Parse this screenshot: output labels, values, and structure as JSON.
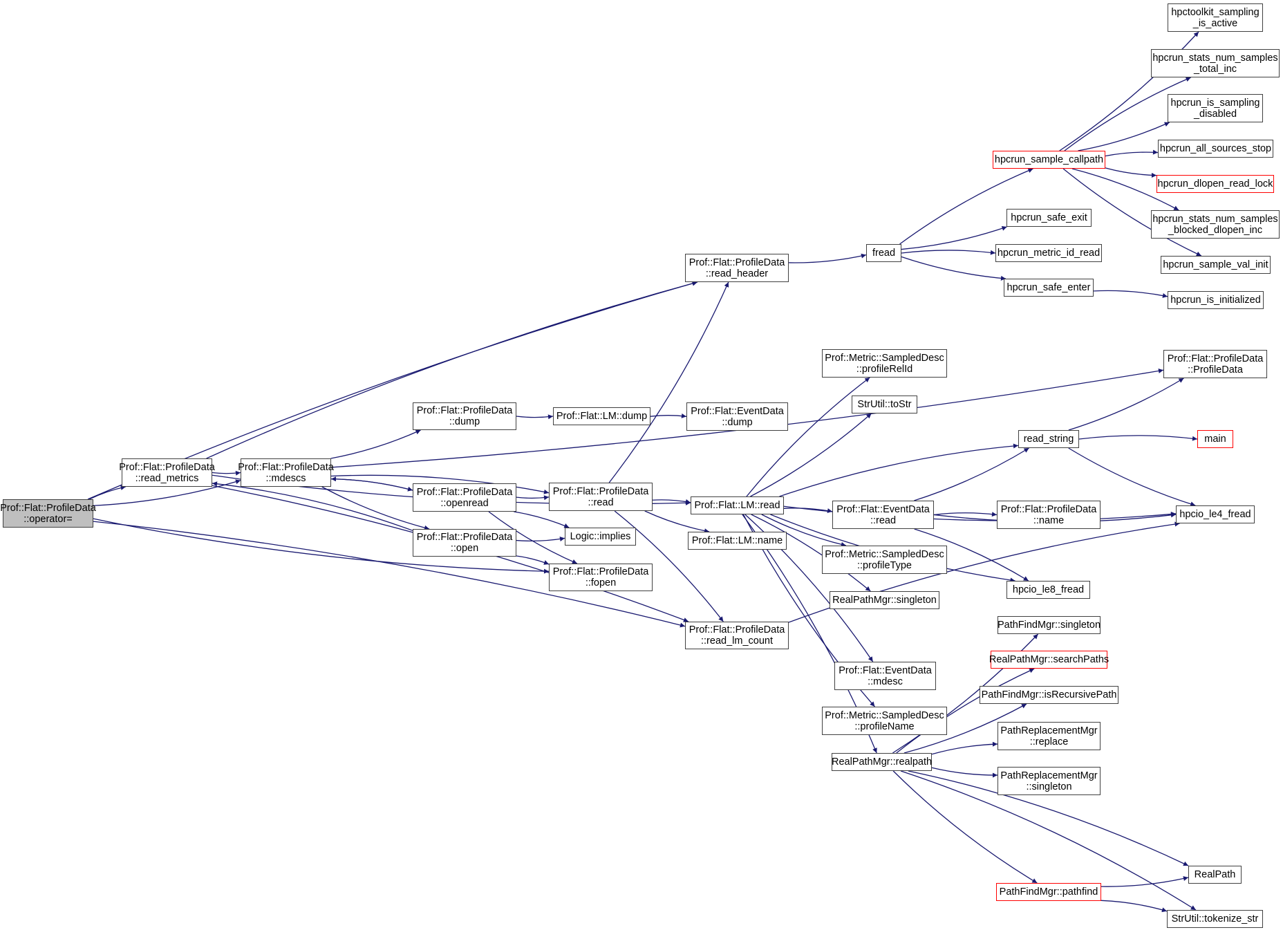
{
  "diagram": {
    "type": "call-graph",
    "edge_color": "#191970",
    "node_border_color": "#404040",
    "truncated_border_color": "#ff0000",
    "root_fill_color": "#bfbfbf",
    "nodes": {
      "op_assign": {
        "lines": [
          "Prof::Flat::ProfileData",
          "::operator="
        ],
        "style": "root"
      },
      "read_metrics": {
        "lines": [
          "Prof::Flat::ProfileData",
          "::read_metrics"
        ],
        "style": "normal"
      },
      "mdescs": {
        "lines": [
          "Prof::Flat::ProfileData",
          "::mdescs"
        ],
        "style": "normal"
      },
      "pd_dump": {
        "lines": [
          "Prof::Flat::ProfileData",
          "::dump"
        ],
        "style": "normal"
      },
      "openread": {
        "lines": [
          "Prof::Flat::ProfileData",
          "::openread"
        ],
        "style": "normal"
      },
      "open": {
        "lines": [
          "Prof::Flat::ProfileData",
          "::open"
        ],
        "style": "normal"
      },
      "lm_dump": {
        "lines": [
          "Prof::Flat::LM::dump"
        ],
        "style": "normal"
      },
      "pd_read": {
        "lines": [
          "Prof::Flat::ProfileData",
          "::read"
        ],
        "style": "normal"
      },
      "implies": {
        "lines": [
          "Logic::implies"
        ],
        "style": "normal"
      },
      "fopen": {
        "lines": [
          "Prof::Flat::ProfileData",
          "::fopen"
        ],
        "style": "normal"
      },
      "read_header": {
        "lines": [
          "Prof::Flat::ProfileData",
          "::read_header"
        ],
        "style": "normal"
      },
      "read_lm_count": {
        "lines": [
          "Prof::Flat::ProfileData",
          "::read_lm_count"
        ],
        "style": "normal"
      },
      "ed_dump": {
        "lines": [
          "Prof::Flat::EventData",
          "::dump"
        ],
        "style": "normal"
      },
      "lm_read": {
        "lines": [
          "Prof::Flat::LM::read"
        ],
        "style": "normal"
      },
      "lm_name": {
        "lines": [
          "Prof::Flat::LM::name"
        ],
        "style": "normal"
      },
      "fread": {
        "lines": [
          "fread"
        ],
        "style": "normal"
      },
      "profileRelId": {
        "lines": [
          "Prof::Metric::SampledDesc",
          "::profileRelId"
        ],
        "style": "normal"
      },
      "toStr": {
        "lines": [
          "StrUtil::toStr"
        ],
        "style": "normal"
      },
      "ed_read": {
        "lines": [
          "Prof::Flat::EventData",
          "::read"
        ],
        "style": "normal"
      },
      "profileType": {
        "lines": [
          "Prof::Metric::SampledDesc",
          "::profileType"
        ],
        "style": "normal"
      },
      "rpm_singleton": {
        "lines": [
          "RealPathMgr::singleton"
        ],
        "style": "normal"
      },
      "ed_mdesc": {
        "lines": [
          "Prof::Flat::EventData",
          "::mdesc"
        ],
        "style": "normal"
      },
      "profileName": {
        "lines": [
          "Prof::Metric::SampledDesc",
          "::profileName"
        ],
        "style": "normal"
      },
      "realpath": {
        "lines": [
          "RealPathMgr::realpath"
        ],
        "style": "normal"
      },
      "sample_callpath": {
        "lines": [
          "hpcrun_sample_callpath"
        ],
        "style": "truncated"
      },
      "safe_exit": {
        "lines": [
          "hpcrun_safe_exit"
        ],
        "style": "normal"
      },
      "metric_id_read": {
        "lines": [
          "hpcrun_metric_id_read"
        ],
        "style": "normal"
      },
      "safe_enter": {
        "lines": [
          "hpcrun_safe_enter"
        ],
        "style": "normal"
      },
      "read_string": {
        "lines": [
          "read_string"
        ],
        "style": "normal"
      },
      "pd_name": {
        "lines": [
          "Prof::Flat::ProfileData",
          "::name"
        ],
        "style": "normal"
      },
      "le8_fread": {
        "lines": [
          "hpcio_le8_fread"
        ],
        "style": "normal"
      },
      "pfm_singleton": {
        "lines": [
          "PathFindMgr::singleton"
        ],
        "style": "normal"
      },
      "searchPaths": {
        "lines": [
          "RealPathMgr::searchPaths"
        ],
        "style": "truncated"
      },
      "isRecursivePath": {
        "lines": [
          "PathFindMgr::isRecursivePath"
        ],
        "style": "normal"
      },
      "prm_replace": {
        "lines": [
          "PathReplacementMgr",
          "::replace"
        ],
        "style": "normal"
      },
      "prm_singleton": {
        "lines": [
          "PathReplacementMgr",
          "::singleton"
        ],
        "style": "normal"
      },
      "pathfind": {
        "lines": [
          "PathFindMgr::pathfind"
        ],
        "style": "truncated"
      },
      "sampling_active": {
        "lines": [
          "hpctoolkit_sampling",
          "_is_active"
        ],
        "style": "normal"
      },
      "total_inc": {
        "lines": [
          "hpcrun_stats_num_samples",
          "_total_inc"
        ],
        "style": "normal"
      },
      "sampling_disabled": {
        "lines": [
          "hpcrun_is_sampling",
          "_disabled"
        ],
        "style": "normal"
      },
      "all_sources_stop": {
        "lines": [
          "hpcrun_all_sources_stop"
        ],
        "style": "normal"
      },
      "dlopen_read_lock": {
        "lines": [
          "hpcrun_dlopen_read_lock"
        ],
        "style": "truncated"
      },
      "blocked_dlopen": {
        "lines": [
          "hpcrun_stats_num_samples",
          "_blocked_dlopen_inc"
        ],
        "style": "normal"
      },
      "sample_val_init": {
        "lines": [
          "hpcrun_sample_val_init"
        ],
        "style": "normal"
      },
      "is_initialized": {
        "lines": [
          "hpcrun_is_initialized"
        ],
        "style": "normal"
      },
      "pd_ctor": {
        "lines": [
          "Prof::Flat::ProfileData",
          "::ProfileData"
        ],
        "style": "normal"
      },
      "main": {
        "lines": [
          "main"
        ],
        "style": "truncated"
      },
      "le4_fread": {
        "lines": [
          "hpcio_le4_fread"
        ],
        "style": "normal"
      },
      "RealPath": {
        "lines": [
          "RealPath"
        ],
        "style": "normal"
      },
      "tokenize_str": {
        "lines": [
          "StrUtil::tokenize_str"
        ],
        "style": "normal"
      }
    },
    "edges": [
      [
        "op_assign",
        "read_metrics"
      ],
      [
        "op_assign",
        "mdescs"
      ],
      [
        "op_assign",
        "read_header"
      ],
      [
        "op_assign",
        "fopen"
      ],
      [
        "op_assign",
        "read_lm_count"
      ],
      [
        "read_metrics",
        "mdescs"
      ],
      [
        "read_metrics",
        "read_header"
      ],
      [
        "read_metrics",
        "lm_read"
      ],
      [
        "read_metrics",
        "read_lm_count"
      ],
      [
        "mdescs",
        "pd_dump"
      ],
      [
        "mdescs",
        "openread"
      ],
      [
        "mdescs",
        "open"
      ],
      [
        "mdescs",
        "pd_read"
      ],
      [
        "mdescs",
        "pd_ctor"
      ],
      [
        "openread",
        "mdescs"
      ],
      [
        "openread",
        "pd_read"
      ],
      [
        "openread",
        "implies"
      ],
      [
        "openread",
        "fopen"
      ],
      [
        "open",
        "read_metrics"
      ],
      [
        "open",
        "implies"
      ],
      [
        "open",
        "fopen"
      ],
      [
        "pd_dump",
        "lm_dump"
      ],
      [
        "lm_dump",
        "ed_dump"
      ],
      [
        "pd_read",
        "read_header"
      ],
      [
        "pd_read",
        "lm_read"
      ],
      [
        "pd_read",
        "lm_name"
      ],
      [
        "pd_read",
        "read_lm_count"
      ],
      [
        "read_header",
        "fread"
      ],
      [
        "fread",
        "sample_callpath"
      ],
      [
        "fread",
        "safe_exit"
      ],
      [
        "fread",
        "metric_id_read"
      ],
      [
        "fread",
        "safe_enter"
      ],
      [
        "safe_enter",
        "is_initialized"
      ],
      [
        "sample_callpath",
        "sampling_active"
      ],
      [
        "sample_callpath",
        "total_inc"
      ],
      [
        "sample_callpath",
        "sampling_disabled"
      ],
      [
        "sample_callpath",
        "all_sources_stop"
      ],
      [
        "sample_callpath",
        "dlopen_read_lock"
      ],
      [
        "sample_callpath",
        "blocked_dlopen"
      ],
      [
        "sample_callpath",
        "sample_val_init"
      ],
      [
        "lm_read",
        "profileRelId"
      ],
      [
        "lm_read",
        "toStr"
      ],
      [
        "lm_read",
        "read_string"
      ],
      [
        "lm_read",
        "le4_fread"
      ],
      [
        "lm_read",
        "ed_read"
      ],
      [
        "lm_read",
        "profileType"
      ],
      [
        "lm_read",
        "rpm_singleton"
      ],
      [
        "lm_read",
        "le8_fread"
      ],
      [
        "lm_read",
        "ed_mdesc"
      ],
      [
        "lm_read",
        "profileName"
      ],
      [
        "lm_read",
        "realpath"
      ],
      [
        "ed_read",
        "read_string"
      ],
      [
        "ed_read",
        "pd_name"
      ],
      [
        "ed_read",
        "le4_fread"
      ],
      [
        "ed_read",
        "le8_fread"
      ],
      [
        "read_string",
        "pd_ctor"
      ],
      [
        "read_string",
        "main"
      ],
      [
        "read_string",
        "le4_fread"
      ],
      [
        "read_lm_count",
        "le4_fread"
      ],
      [
        "realpath",
        "pfm_singleton"
      ],
      [
        "realpath",
        "searchPaths"
      ],
      [
        "realpath",
        "isRecursivePath"
      ],
      [
        "realpath",
        "prm_replace"
      ],
      [
        "realpath",
        "prm_singleton"
      ],
      [
        "realpath",
        "RealPath"
      ],
      [
        "realpath",
        "pathfind"
      ],
      [
        "realpath",
        "tokenize_str"
      ],
      [
        "pathfind",
        "RealPath"
      ],
      [
        "pathfind",
        "tokenize_str"
      ]
    ]
  }
}
